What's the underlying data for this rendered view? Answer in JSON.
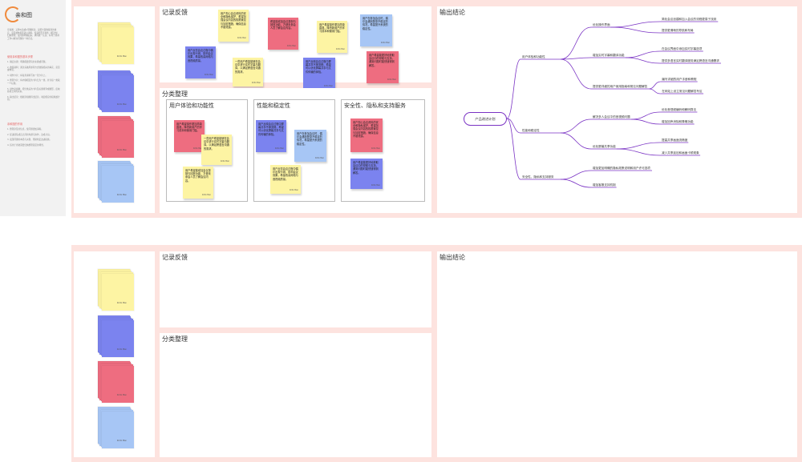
{
  "app": {
    "logo_text": "亲和图"
  },
  "sidebar": {
    "intro": "亲和图：又称KJ法或A型图解法，是把大量收集到的事实、意见或构思等语言资料，按其相互亲和性（相近性）归纳整理，使问题明确起来，求得统一认识，有利于协调工作以解决问题的一种方法。",
    "section1_title": "使用亲和图的基本步骤",
    "steps": [
      "1. 确定主题：明确需要研究的主题或问题。",
      "2. 收集资料：通过头脑风暴等方式收集相关的事实、意见或构思。",
      "3. 制作卡片：将每条资料写在一张卡片上。",
      "4. 整理卡片：将内容相近的卡片归为一类，并为每一类取一个标题。",
      "5. 制作亲和图：把分类后的卡片及标题排列成图形，反映各类之间的关系。",
      "6. 输出结论：根据亲和图得出结论，制定相应的措施或计划。"
    ],
    "section2_title": "亲和图的作用",
    "effects": [
      "1. 整理杂乱的信息，使问题更加清晰。",
      "2. 促进团队成员之间的沟通与协作，达成共识。",
      "3. 发现问题的本质与关键，帮助制定改进措施。",
      "4. 适用于各类需要归纳整理意见的场景。"
    ]
  },
  "stack_author": "Kirito Man",
  "colors": {
    "yellow": "#fdf4a3",
    "blue": "#7b83ef",
    "red": "#ee6d80",
    "lightblue": "#a7c6f5",
    "purple": "#7a33c4",
    "board": "#fde3df"
  },
  "boards": [
    {
      "feedback_title": "记录反馈",
      "category_title": "分类整理",
      "conclusion_title": "输出结论"
    },
    {
      "feedback_title": "记录反馈",
      "category_title": "分类整理",
      "conclusion_title": "输出结论"
    }
  ],
  "feedback_notes": [
    {
      "text": "用户担心会议资料的安全和隐私保护，希望加强会议内容的权限管控与加密措施，确保信息不被泄露。",
      "color": "yellow",
      "author": "Kirito Man"
    },
    {
      "text": "用户反馈会议过程中偶尔出现卡顿，影响会议效果，希望改善网络与音视频质量。",
      "color": "blue",
      "author": "Kirito Man"
    },
    {
      "text": "希望能增加会议录制与回放功能，方便未参会人员了解会议内容。",
      "color": "red",
      "author": "Kirito Man"
    },
    {
      "text": "用户希望操作更加简单直观，降低新用户的学习成本和使用门槛。",
      "color": "yellow",
      "author": "Kirito Man"
    },
    {
      "text": "用户反映会议过程中屏幕共享不够流畅，希望可以优化屏幕共享与文件传输的体验。",
      "color": "blue",
      "author": "Kirito Man"
    },
    {
      "text": "一些用户希望能够在会议中进行实时字幕与翻译，以满足跨语言沟通的需求。",
      "color": "yellow",
      "author": "Kirito Man"
    },
    {
      "text": "用户在参加会议时，偶尔会遇到登录不稳定的情况，希望提升系统的稳定性。",
      "color": "lightblue",
      "author": "Kirito Man"
    },
    {
      "text": "用户希望能更好地获取会议中的帮助与支持，遇到问题时能快速得到解答。",
      "color": "red",
      "author": "Kirito Man"
    }
  ],
  "columns": [
    {
      "title": "用户体验和功能性"
    },
    {
      "title": "性能和稳定性"
    },
    {
      "title": "安全性、隐私和支持服务"
    }
  ],
  "category_notes": [
    {
      "text": "用户希望操作更加简单直观，降低新用户的学习成本和使用门槛。",
      "color": "red",
      "author": "Kirito Man"
    },
    {
      "text": "一些用户希望能够在会议中进行实时字幕与翻译，以满足跨语言沟通的需求。",
      "color": "yellow",
      "author": "Kirito Man"
    },
    {
      "text": "用户希望能增加会议录制与回放功能，方便未参会人员了解会议内容。",
      "color": "yellow",
      "author": "Kirito Man"
    },
    {
      "text": "用户反映会议过程中屏幕共享不够流畅，希望可以优化屏幕共享与文件传输的体验。",
      "color": "blue",
      "author": "Kirito Man"
    },
    {
      "text": "用户在参加会议时，偶尔会遇到登录不稳定的情况，希望提升系统的稳定性。",
      "color": "lightblue",
      "author": "Kirito Man"
    },
    {
      "text": "用户反馈会议过程中偶尔出现卡顿，影响会议效果，希望改善网络与音视频质量。",
      "color": "yellow",
      "author": "Kirito Man"
    },
    {
      "text": "用户担心会议资料的安全和隐私保护，希望加强会议内容的权限管控与加密措施，确保信息不被泄露。",
      "color": "red",
      "author": "Kirito Man"
    },
    {
      "text": "用户希望能更好地获取会议中的帮助与支持，遇到问题时能快速得到解答。",
      "color": "blue",
      "author": "Kirito Man"
    }
  ],
  "mindmap": {
    "root": "产品改进计划",
    "branches": [
      {
        "label": "用户体验和功能性",
        "children": [
          {
            "label": "优化操作界面",
            "leaves": [
              "简化会议创建和加入会议的流程更易于找到",
              "提供更清晰的导航和布局"
            ]
          },
          {
            "label": "增加实时字幕和翻译功能",
            "leaves": [
              "在会议界面中添加实时字幕选项",
              "提供多语言实时翻译服务满足跨语言沟通需求"
            ]
          },
          {
            "label": "提供更详细的用户使用指南和常见问题解答",
            "leaves": [
              "编写详细的用户手册和教程",
              "在网站上设立常见问题解答专区"
            ]
          }
        ]
      },
      {
        "label": "性能和稳定性",
        "children": [
          {
            "label": "解决多人会议中的音视频问题",
            "leaves": [
              "优化音视频编码和解码算法",
              "增加回声消除和降噪功能"
            ]
          },
          {
            "label": "优化屏幕共享功能",
            "leaves": [
              "提高共享画面流畅度",
              "减少共享延迟和画面卡顿现象"
            ]
          }
        ]
      },
      {
        "label": "安全性、隐私和支持服务",
        "children": [
          {
            "label": "增加更加明确的隐私政策说明和用户许可选项",
            "leaves": []
          },
          {
            "label": "增加客服支持机制",
            "leaves": []
          }
        ]
      }
    ]
  }
}
